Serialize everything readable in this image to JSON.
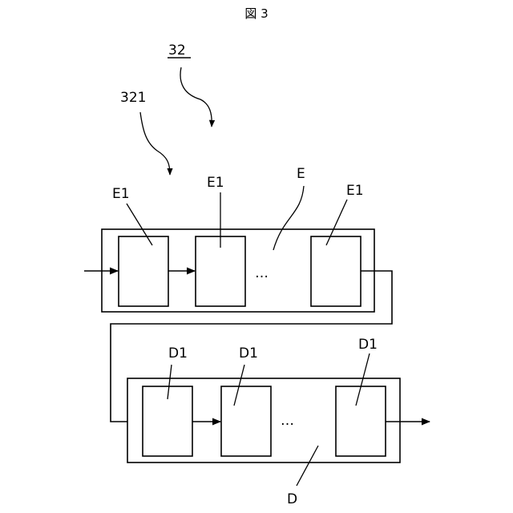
{
  "figure_title": "図 3",
  "labels": {
    "ref_32": "32",
    "ref_321": "321",
    "encoder_group": "E",
    "encoder_unit": "E1",
    "decoder_group": "D",
    "decoder_unit": "D1",
    "ellipsis": "…"
  }
}
